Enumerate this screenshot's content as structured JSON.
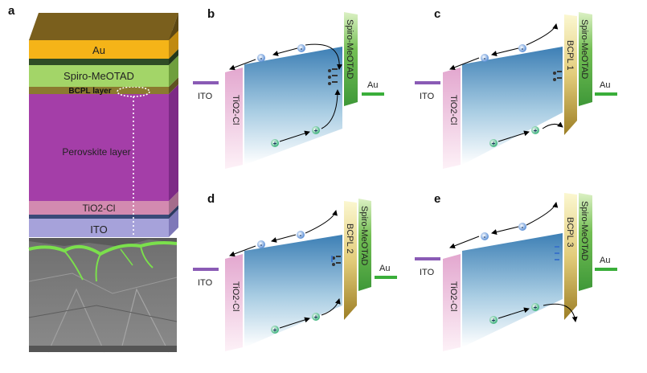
{
  "panel_labels": {
    "a": "a",
    "b": "b",
    "c": "c",
    "d": "d",
    "e": "e"
  },
  "stack": {
    "au": "Au",
    "spiro": "Spiro-MeOTAD",
    "bcpl": "BCPL layer",
    "perovskite": "Perovskite layer",
    "tio2": "TiO2-Cl",
    "ito": "ITO"
  },
  "band": {
    "ito": "ITO",
    "tio2": "TiO2-Cl",
    "spiro": "Spiro-MeOTAD",
    "au": "Au",
    "electron_sign": "-",
    "hole_sign": "+"
  },
  "bcpl_labels": {
    "c": "BCPL 1",
    "d": "BCPL 2",
    "e": "BCPL 3"
  },
  "colors": {
    "au": "#f5b418",
    "spiro": "#a3d568",
    "bcpl": "#8b7a2f",
    "perovskite": "#a43ea8",
    "tio2": "#d38ab0",
    "ito": "#a6a2da",
    "ito_bar": "#8a5bb5",
    "au_bar": "#3aae3a",
    "electron": "#3a73c9",
    "hole": "#2a9b6b"
  }
}
